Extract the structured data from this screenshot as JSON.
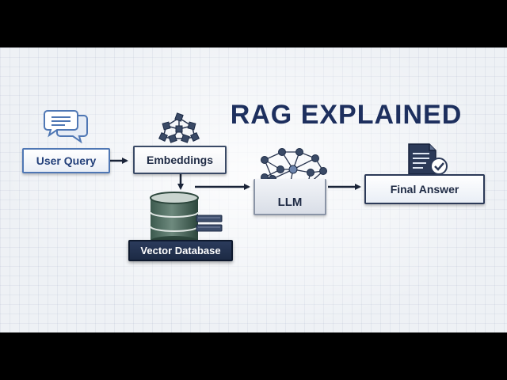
{
  "title": "RAG EXPLAINED",
  "nodes": {
    "user_query": "User Query",
    "embeddings": "Embeddings",
    "vector_database": "Vector Database",
    "llm": "LLM",
    "final_answer": "Final Answer"
  },
  "icons": {
    "user_query": "chat-bubbles-icon",
    "embeddings": "network-nodes-icon",
    "vector_database": "database-icon",
    "llm": "neural-network-icon",
    "final_answer": "document-check-icon"
  },
  "colors": {
    "title": "#1d2f5e",
    "accent": "#4f77b4",
    "dark_box": "#1c2a45"
  }
}
